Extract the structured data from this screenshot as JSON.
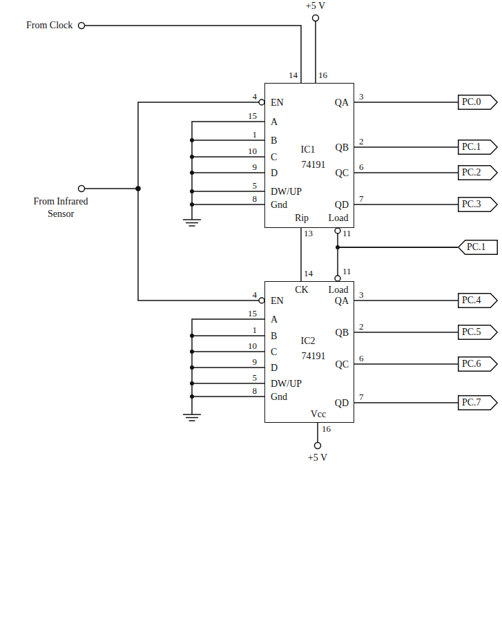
{
  "diagram": {
    "nodes": [
      {
        "text": [
          "EN",
          "A",
          "B",
          "C",
          "D",
          "DW/UP",
          "Gnd",
          "QA",
          "QB",
          "QC",
          "QD",
          "Rip",
          "Load",
          "IC1",
          "74191"
        ]
      },
      {
        "text": [
          "PC.0"
        ]
      },
      {
        "text": [
          "PC.1"
        ]
      },
      {
        "text": [
          "PC.2"
        ]
      },
      {
        "text": [
          "PC.3"
        ]
      },
      {
        "text": [
          "PC.1"
        ]
      },
      {
        "text": [
          "CK",
          "Load",
          "EN",
          "A",
          "B",
          "C",
          "D",
          "DW/UP",
          "Gnd",
          "QA",
          "QB",
          "QC",
          "QD",
          "IC2",
          "74191",
          "Vcc"
        ]
      },
      {
        "text": [
          "PC.4"
        ]
      },
      {
        "text": [
          "PC.5"
        ]
      },
      {
        "text": [
          "PC.6"
        ]
      },
      {
        "text": [
          "PC.7"
        ]
      }
    ],
    "edges": [
      {
        "from": 0,
        "to": 1,
        "arrow": "none"
      },
      {
        "from": 0,
        "to": 2,
        "arrow": "none"
      },
      {
        "from": 0,
        "to": 3,
        "arrow": "none"
      },
      {
        "from": 0,
        "to": 4,
        "arrow": "none"
      },
      {
        "from": 0,
        "to": 6,
        "arrow": "none"
      },
      {
        "from": 5,
        "to": 0,
        "arrow": "none"
      },
      {
        "from": 5,
        "to": 6,
        "arrow": "none"
      },
      {
        "from": 6,
        "to": 7,
        "arrow": "none"
      },
      {
        "from": 6,
        "to": 8,
        "arrow": "none"
      },
      {
        "from": 6,
        "to": 9,
        "arrow": "none"
      },
      {
        "from": 6,
        "to": 10,
        "arrow": "none"
      }
    ],
    "labels": [
      "From Clock",
      "+5 V",
      "14",
      "16",
      "4",
      "15",
      "1",
      "10",
      "9",
      "5",
      "8",
      "3",
      "2",
      "6",
      "7",
      "13",
      "11",
      "From Infrared Sensor",
      "14",
      "11",
      "4",
      "15",
      "1",
      "10",
      "9",
      "5",
      "8",
      "3",
      "2",
      "6",
      "7",
      "16",
      "+5 V"
    ]
  }
}
